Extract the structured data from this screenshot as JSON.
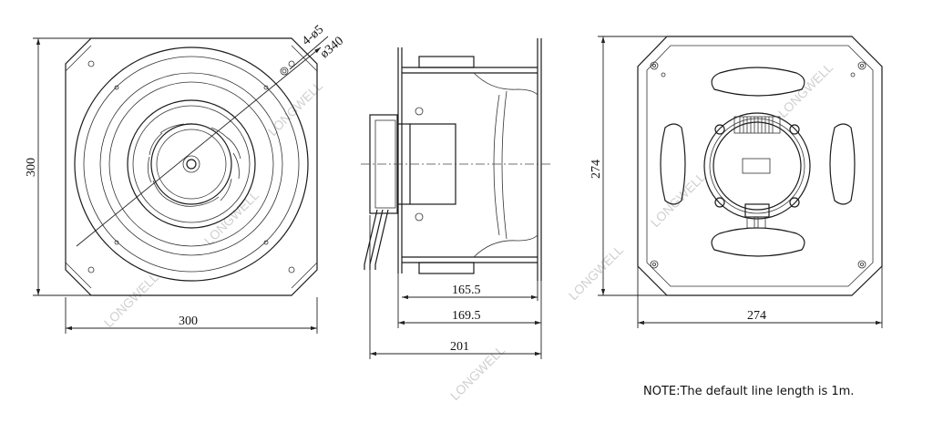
{
  "front_view": {
    "width_label": "300",
    "height_label": "300",
    "holes_label": "4-ø5",
    "bolt_circle_label": "ø340"
  },
  "side_view": {
    "dim_1": "165.5",
    "dim_2": "169.5",
    "dim_3": "201"
  },
  "rear_view": {
    "width_label": "274",
    "height_label": "274"
  },
  "watermark": "LONGWELL",
  "note": "NOTE:The default line length is 1m."
}
